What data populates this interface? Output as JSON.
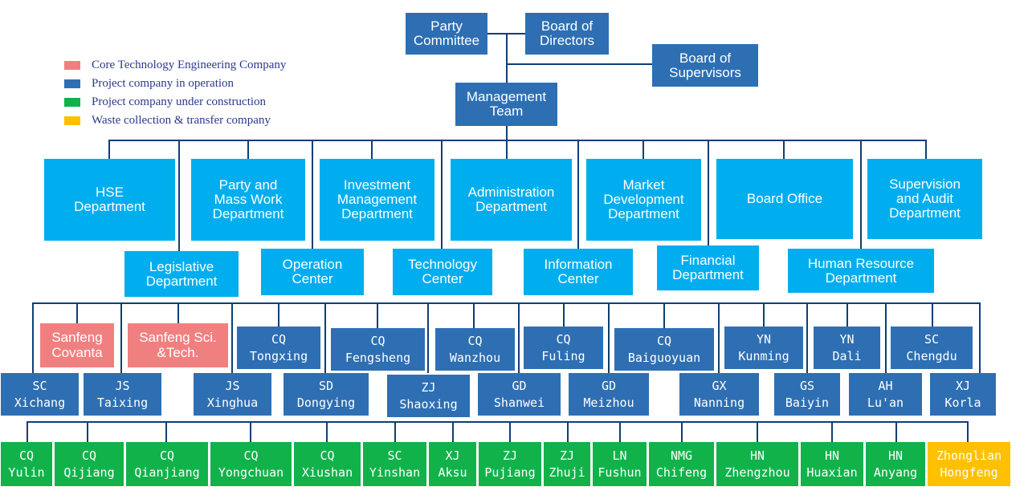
{
  "legend": {
    "items": [
      {
        "label": "Core Technology Engineering Company",
        "color": "#F08080"
      },
      {
        "label": "Project company in operation",
        "color": "#2E6FB3"
      },
      {
        "label": "Project company under construction",
        "color": "#12B24B"
      },
      {
        "label": "Waste collection & transfer company",
        "color": "#FFC000"
      }
    ]
  },
  "governance": {
    "party_committee": {
      "line1": "Party",
      "line2": "Committee"
    },
    "board_of_directors": {
      "line1": "Board of",
      "line2": "Directors"
    },
    "board_of_supervisors": {
      "line1": "Board of",
      "line2": "Supervisors"
    },
    "management_team": {
      "line1": "Management",
      "line2": "Team"
    }
  },
  "departments_row1": [
    {
      "line1": "HSE",
      "line2": "Department"
    },
    {
      "line1": "Party and",
      "line2": "Mass Work",
      "line3": "Department"
    },
    {
      "line1": "Investment",
      "line2": "Management",
      "line3": "Department"
    },
    {
      "line1": "Administration",
      "line2": "Department"
    },
    {
      "line1": "Market",
      "line2": "Development",
      "line3": "Department"
    },
    {
      "line1": "Board Office"
    },
    {
      "line1": "Supervision",
      "line2": "and Audit",
      "line3": "Department"
    }
  ],
  "departments_row2": [
    {
      "line1": "Legislative",
      "line2": "Department"
    },
    {
      "line1": "Operation",
      "line2": "Center"
    },
    {
      "line1": "Technology",
      "line2": "Center"
    },
    {
      "line1": "Information",
      "line2": "Center"
    },
    {
      "line1": "Financial",
      "line2": "Department"
    },
    {
      "line1": "Human Resource",
      "line2": "Department"
    }
  ],
  "core_companies": [
    {
      "line1": "Sanfeng",
      "line2": "Covanta"
    },
    {
      "line1": "Sanfeng Sci.",
      "line2": "&Tech."
    }
  ],
  "companies_row1": [
    {
      "line1": "CQ",
      "line2": "Tongxing"
    },
    {
      "line1": "CQ",
      "line2": "Fengsheng"
    },
    {
      "line1": "CQ",
      "line2": "Wanzhou"
    },
    {
      "line1": "CQ",
      "line2": "Fuling"
    },
    {
      "line1": "CQ",
      "line2": "Baiguoyuan"
    },
    {
      "line1": "YN",
      "line2": "Kunming"
    },
    {
      "line1": "YN",
      "line2": "Dali"
    },
    {
      "line1": "SC",
      "line2": "Chengdu"
    }
  ],
  "companies_row2": [
    {
      "line1": "SC",
      "line2": "Xichang"
    },
    {
      "line1": "JS",
      "line2": "Taixing"
    },
    {
      "line1": "JS",
      "line2": "Xinghua"
    },
    {
      "line1": "SD",
      "line2": "Dongying"
    },
    {
      "line1": "ZJ",
      "line2": "Shaoxing"
    },
    {
      "line1": "GD",
      "line2": "Shanwei"
    },
    {
      "line1": "GD",
      "line2": "Meizhou"
    },
    {
      "line1": "GX",
      "line2": "Nanning"
    },
    {
      "line1": "GS",
      "line2": "Baiyin"
    },
    {
      "line1": "AH",
      "line2": "Lu'an"
    },
    {
      "line1": "XJ",
      "line2": "Korla"
    }
  ],
  "companies_row3": [
    {
      "line1": "CQ",
      "line2": "Yulin"
    },
    {
      "line1": "CQ",
      "line2": "Qijiang"
    },
    {
      "line1": "CQ",
      "line2": "Qianjiang"
    },
    {
      "line1": "CQ",
      "line2": "Yongchuan"
    },
    {
      "line1": "CQ",
      "line2": "Xiushan"
    },
    {
      "line1": "SC",
      "line2": "Yinshan"
    },
    {
      "line1": "XJ",
      "line2": "Aksu"
    },
    {
      "line1": "ZJ",
      "line2": "Pujiang"
    },
    {
      "line1": "ZJ",
      "line2": "Zhuji"
    },
    {
      "line1": "LN",
      "line2": "Fushun"
    },
    {
      "line1": "NMG",
      "line2": "Chifeng"
    },
    {
      "line1": "HN",
      "line2": "Zhengzhou"
    },
    {
      "line1": "HN",
      "line2": "Huaxian"
    },
    {
      "line1": "HN",
      "line2": "Anyang"
    },
    {
      "line1": "Zhonglian",
      "line2": "Hongfeng"
    }
  ]
}
